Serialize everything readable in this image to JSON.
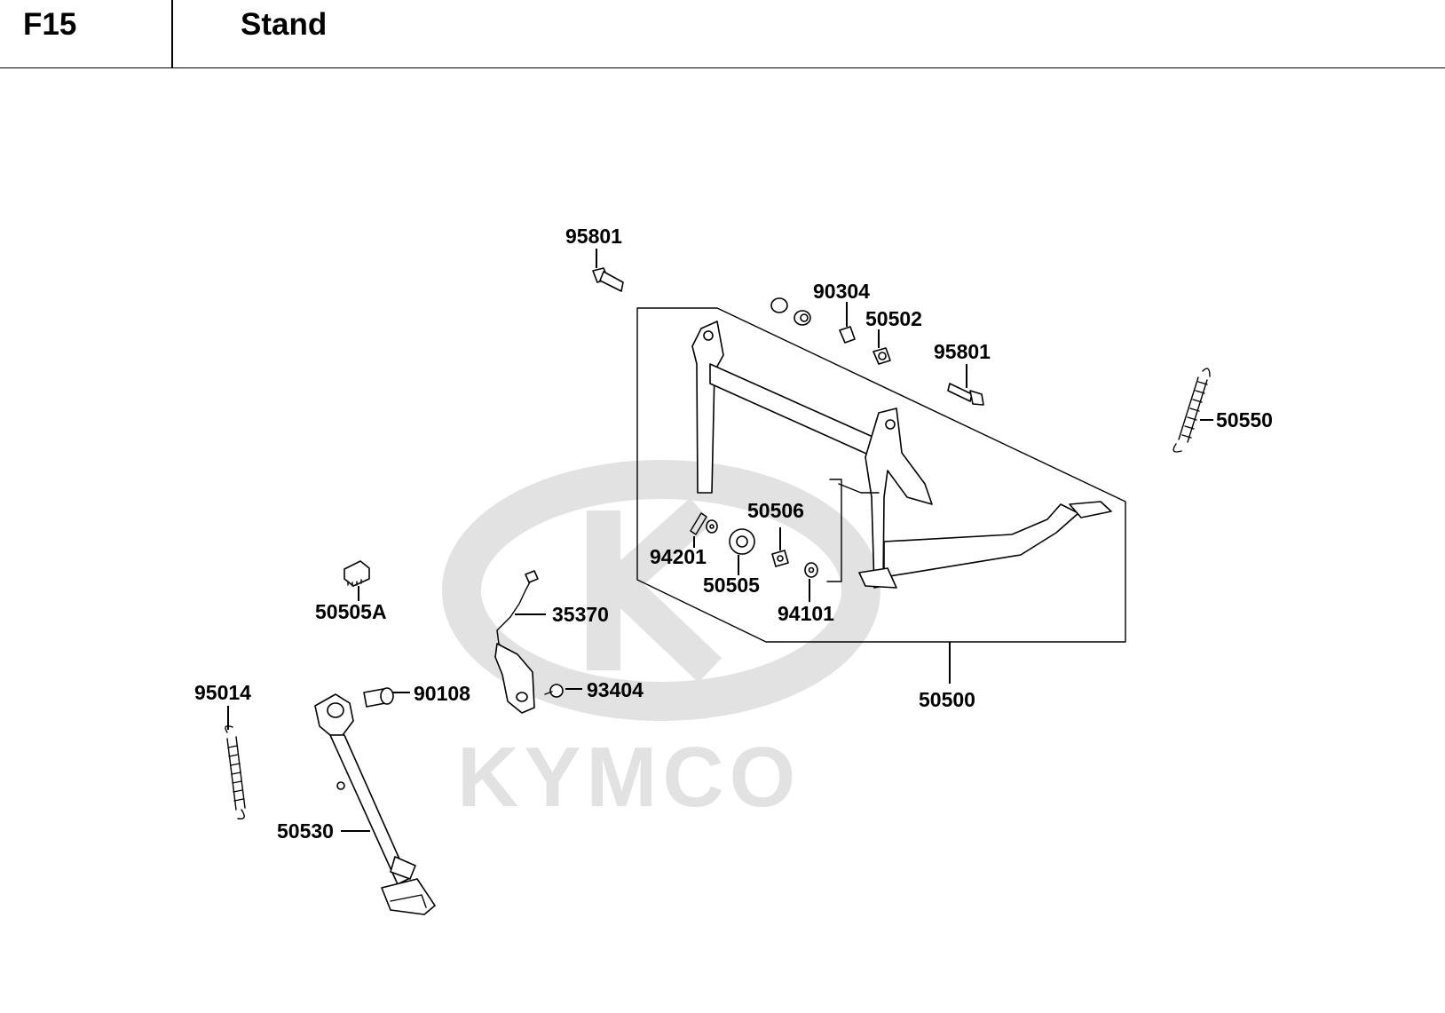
{
  "header": {
    "section_code": "F15",
    "title": "Stand"
  },
  "watermark": {
    "brand": "KYMCO",
    "color": "#e2e2e2"
  },
  "parts": [
    {
      "id": "p95801a",
      "label": "95801"
    },
    {
      "id": "p90304",
      "label": "90304"
    },
    {
      "id": "p50502",
      "label": "50502"
    },
    {
      "id": "p95801b",
      "label": "95801"
    },
    {
      "id": "p50550",
      "label": "50550"
    },
    {
      "id": "p50506",
      "label": "50506"
    },
    {
      "id": "p94201",
      "label": "94201"
    },
    {
      "id": "p50505",
      "label": "50505"
    },
    {
      "id": "p94101",
      "label": "94101"
    },
    {
      "id": "p50505A",
      "label": "50505A"
    },
    {
      "id": "p35370",
      "label": "35370"
    },
    {
      "id": "p95014",
      "label": "95014"
    },
    {
      "id": "p90108",
      "label": "90108"
    },
    {
      "id": "p93404",
      "label": "93404"
    },
    {
      "id": "p50500",
      "label": "50500"
    },
    {
      "id": "p50530",
      "label": "50530"
    }
  ]
}
